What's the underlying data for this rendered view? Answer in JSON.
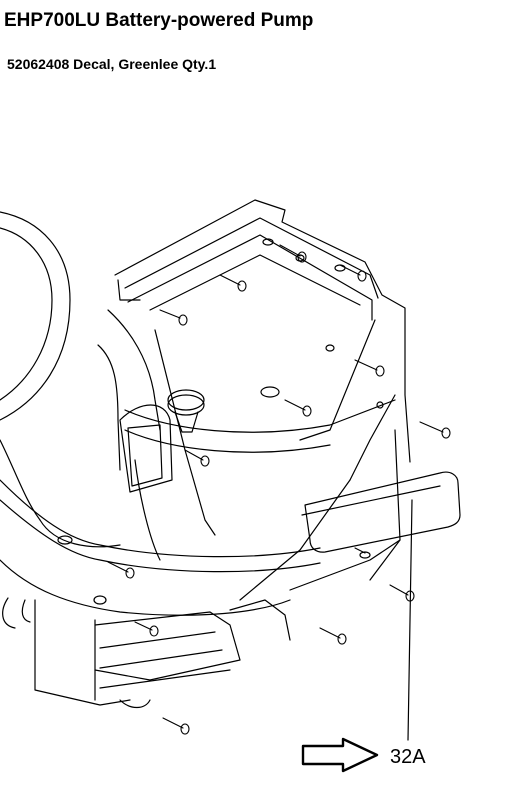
{
  "header": {
    "title": "EHP700LU Battery-powered Pump",
    "part_line": "52062408 Decal, Greenlee Qty.1"
  },
  "callout": {
    "label": "32A",
    "icon": "outline-arrow-right-icon"
  },
  "colors": {
    "line": "#000000",
    "background": "#ffffff"
  }
}
